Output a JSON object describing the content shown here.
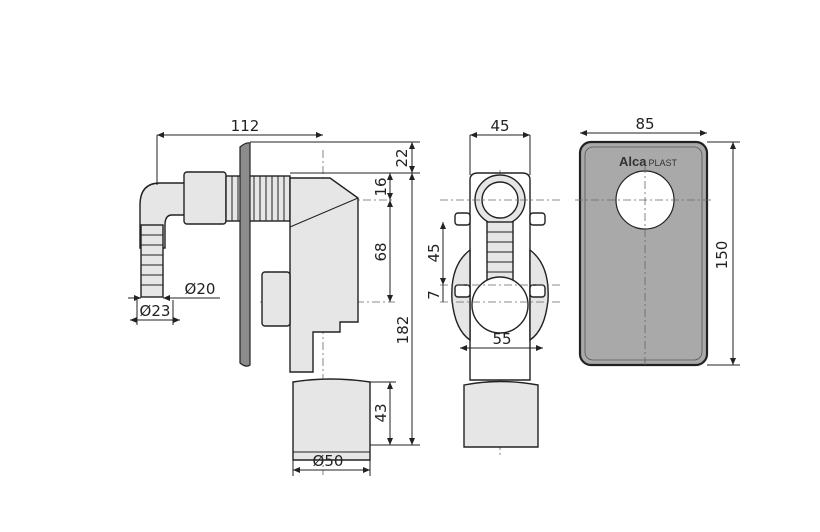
{
  "title": "Wall-mounted washing machine siphon - technical drawing",
  "side_view": {
    "dims": {
      "width_total": "112",
      "top_offset": "22",
      "inlet_offset": "16",
      "inlet_to_outlet": "68",
      "height_total": "182",
      "outlet_height": "43",
      "outlet_diameter": "Ø50",
      "hose_inner_diameter": "Ø20",
      "hose_outer_diameter": "Ø23"
    }
  },
  "front_view": {
    "dims": {
      "width": "45",
      "inlet_spacing": "45",
      "offset": "7",
      "flange_width": "55"
    }
  },
  "cover_plate": {
    "logo_bold": "Alca",
    "logo_light": "PLAST",
    "dims": {
      "width": "85",
      "height": "150"
    },
    "fill_color": "#a9a9a9"
  }
}
